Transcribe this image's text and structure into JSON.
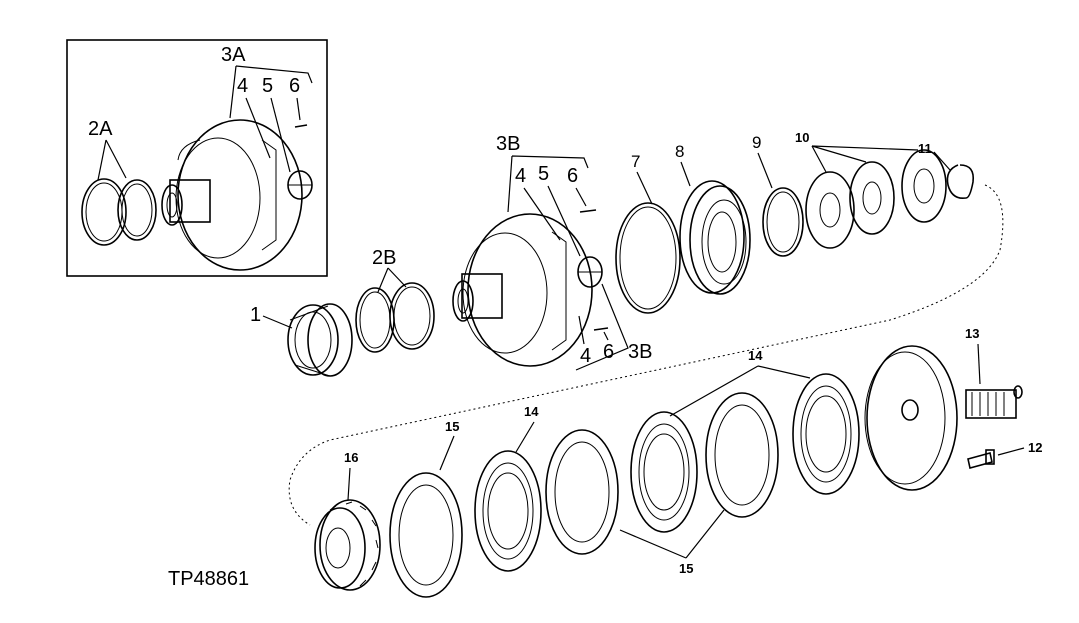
{
  "figure_id": "TP48861",
  "callouts": {
    "c1": "1",
    "c2a": "2A",
    "c2b": "2B",
    "c3a": "3A",
    "c3b_top": "3B",
    "c3b_bottom": "3B",
    "c4_inset": "4",
    "c5_inset": "5",
    "c6_inset": "6",
    "c4_top": "4",
    "c5_top": "5",
    "c6_top": "6",
    "c4_bottom": "4",
    "c6_bottom": "6",
    "c7": "7",
    "c8": "8",
    "c9": "9",
    "c10": "10",
    "c11": "11",
    "c12": "12",
    "c13": "13",
    "c14_upper": "14",
    "c14_lower": "14",
    "c15_upper": "15",
    "c15_lower": "15",
    "c16": "16"
  }
}
